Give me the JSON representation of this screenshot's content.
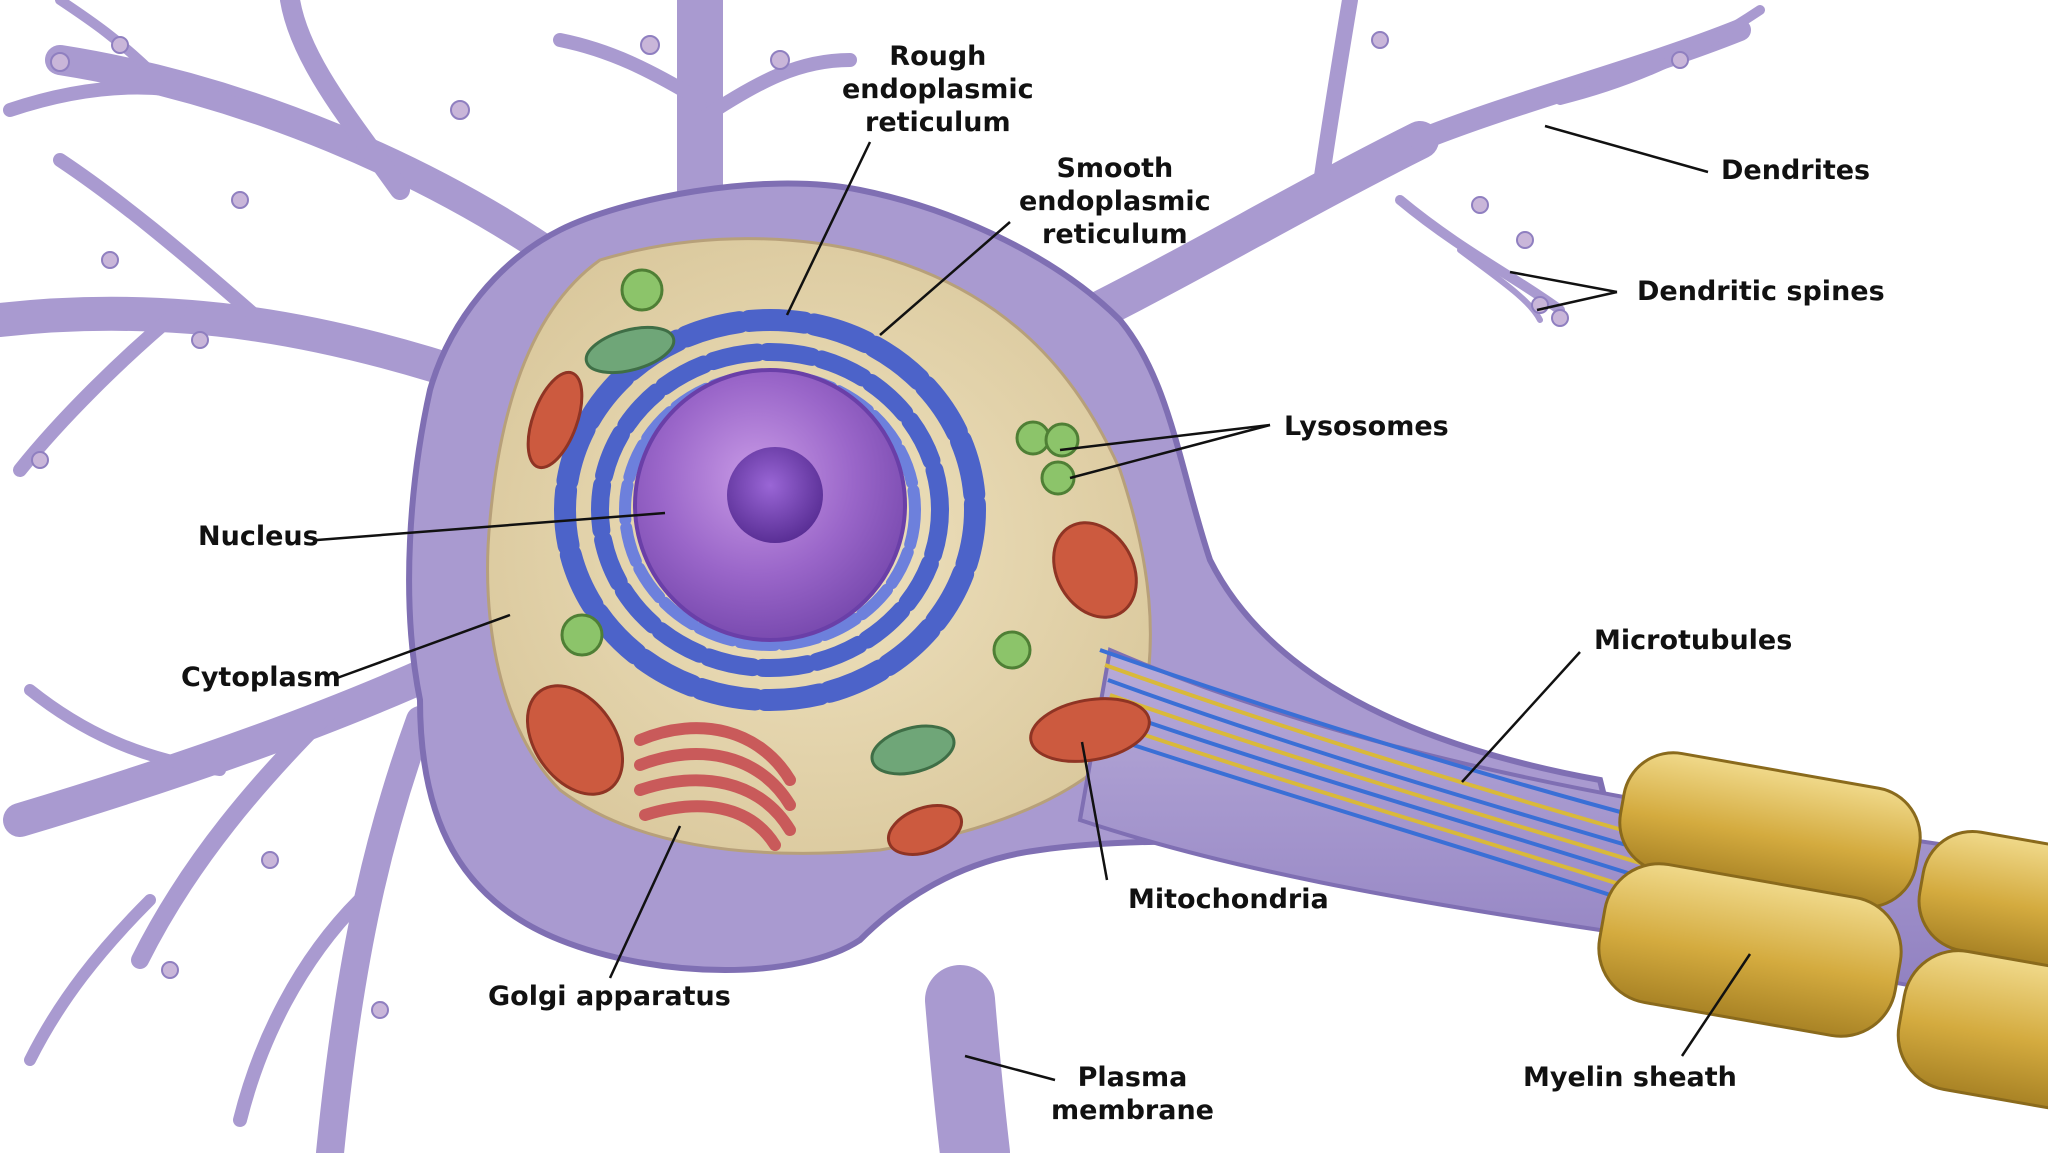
{
  "labels": {
    "rough_er": [
      "Rough",
      "endoplasmic",
      "reticulum"
    ],
    "smooth_er": [
      "Smooth",
      "endoplasmic",
      "reticulum"
    ],
    "dendrites": "Dendrites",
    "dendritic_spines": "Dendritic spines",
    "lysosomes": "Lysosomes",
    "nucleus": "Nucleus",
    "cytoplasm": "Cytoplasm",
    "microtubules": "Microtubules",
    "mitochondria": "Mitochondria",
    "golgi": "Golgi apparatus",
    "plasma_membrane": [
      "Plasma",
      "membrane"
    ],
    "myelin_sheath": "Myelin sheath"
  },
  "colors": {
    "membrane": "#a99ad0",
    "membrane_dark": "#7f6fb3",
    "cytoplasm": "#e6d7b2",
    "er": "#4c63c9",
    "nucleus": "#9a66c9",
    "nucleolus": "#6a3fa8",
    "mitochondria": "#cc5a3f",
    "golgi": "#c95a5a",
    "lysosome": "#8cc46a",
    "microtubule_blue": "#3a6fd6",
    "microtubule_yellow": "#d9b93a",
    "myelin": "#d9b24a",
    "leader": "#111111"
  }
}
